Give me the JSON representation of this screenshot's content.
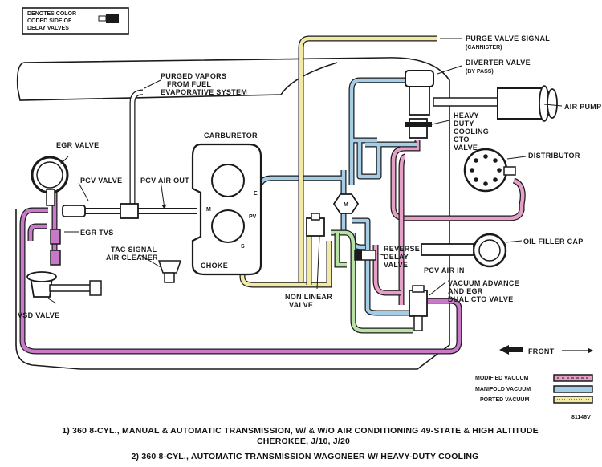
{
  "legend_box": {
    "line1": "DENOTES COLOR",
    "line2": "CODED SIDE OF",
    "line3": "DELAY VALVES"
  },
  "labels": {
    "purge_valve_signal": "PURGE VALVE SIGNAL",
    "cannister": "(CANNISTER)",
    "diverter_valve": "DIVERTER VALVE",
    "by_pass": "(BY PASS)",
    "air_pump": "AIR PUMP",
    "heavy": "HEAVY",
    "duty": "DUTY",
    "cooling": "COOLING",
    "cto": "CTO",
    "valve": "VALVE",
    "distributor": "DISTRIBUTOR",
    "purged_vapors_1": "PURGED VAPORS",
    "purged_vapors_2": "FROM FUEL",
    "purged_vapors_3": "EVAPORATIVE SYSTEM",
    "carburetor": "CARBURETOR",
    "egr_valve": "EGR VALVE",
    "pcv_valve": "PCV VALVE",
    "pcv_air_out": "PCV AIR OUT",
    "egr_tvs": "EGR TVS",
    "tac_signal_1": "TAC SIGNAL",
    "tac_signal_2": "AIR CLEANER",
    "choke": "CHOKE",
    "port_e": "E",
    "port_m": "M",
    "port_pv": "PV",
    "port_s": "S",
    "gauge_m": "M",
    "reverse_delay_1": "REVERSE",
    "reverse_delay_2": "DELAY",
    "reverse_delay_3": "VALVE",
    "oil_filler_cap": "OIL FILLER CAP",
    "pcv_air_in": "PCV AIR IN",
    "vacuum_adv_1": "VACUUM ADVANCE",
    "vacuum_adv_2": "AND EGR",
    "vacuum_adv_3": "DUAL CTO VALVE",
    "non_linear_1": "NON LINEAR",
    "non_linear_2": "VALVE",
    "vsd_valve": "VSD VALVE",
    "front": "FRONT"
  },
  "legend": [
    {
      "label": "MODIFIED VACUUM",
      "color": "#e6a0c8"
    },
    {
      "label": "MANIFOLD VACUUM",
      "color": "#a6cde8"
    },
    {
      "label": "PORTED VACUUM",
      "color": "#f2eaa4"
    }
  ],
  "code": "81146V",
  "captions": {
    "line1": "1)  360 8-CYL.,  MANUAL & AUTOMATIC TRANSMISSION,  W/ & W/O AIR CONDITIONING 49-STATE & HIGH ALTITUDE",
    "line2": "CHEROKEE,  J/10,  J/20",
    "line3": "2)  360 8-CYL.,  AUTOMATIC TRANSMISSION      WAGONEER W/ HEAVY-DUTY COOLING"
  },
  "colors": {
    "magenta": "#c879c8",
    "pink": "#e6a0c8",
    "blue": "#a6cde8",
    "yellow": "#f2eaa4",
    "green": "#b9e3a6",
    "ink": "#1a1a1a"
  }
}
